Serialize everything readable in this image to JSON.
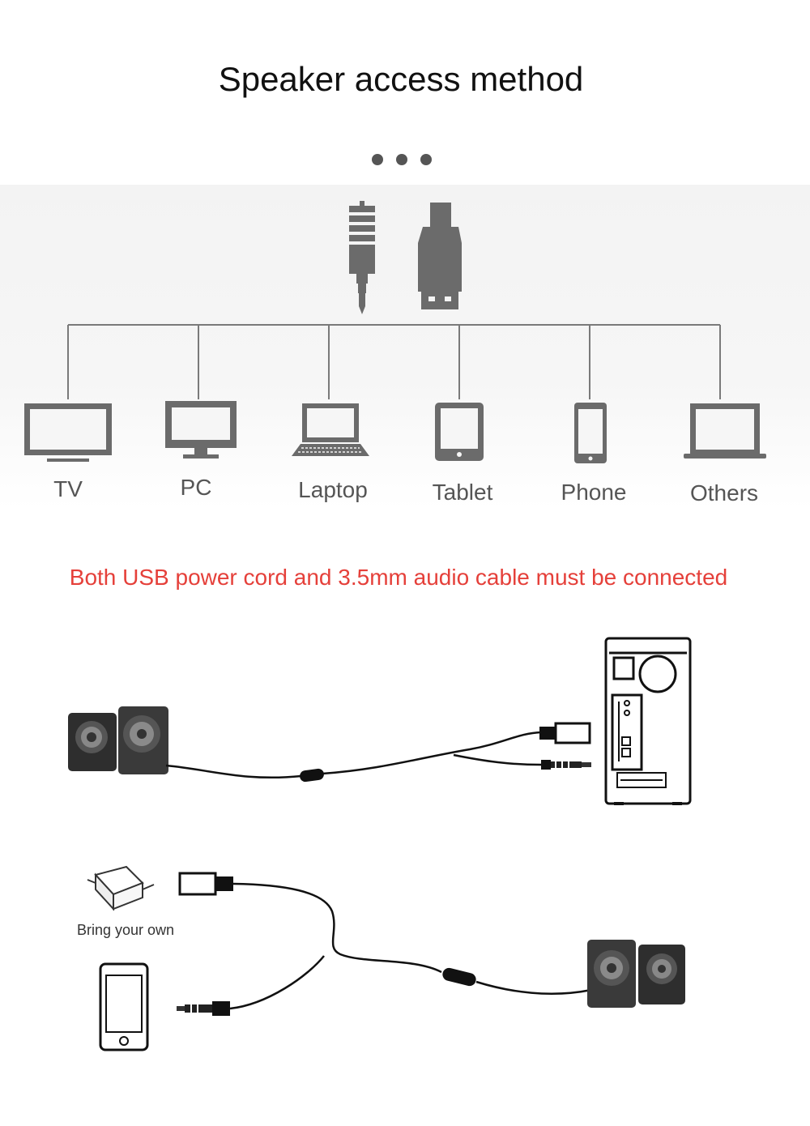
{
  "title": "Speaker access method",
  "devices": [
    {
      "label": "TV",
      "icon": "tv-icon"
    },
    {
      "label": "PC",
      "icon": "monitor-icon"
    },
    {
      "label": "Laptop",
      "icon": "laptop-icon"
    },
    {
      "label": "Tablet",
      "icon": "tablet-icon"
    },
    {
      "label": "Phone",
      "icon": "phone-icon"
    },
    {
      "label": "Others",
      "icon": "laptop-icon"
    }
  ],
  "connectors": [
    "audio-jack-icon",
    "usb-plug-icon"
  ],
  "warning": "Both USB power cord and 3.5mm audio cable must be connected",
  "bring_your_own": "Bring your own",
  "colors": {
    "warning": "#e5403a",
    "icon_gray": "#6b6b6b",
    "speaker_dark": "#2e2e2e"
  }
}
